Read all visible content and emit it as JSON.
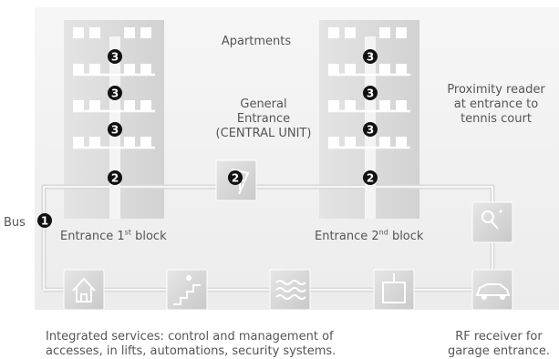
{
  "labels": {
    "apartments": "Apartments",
    "general_entrance": [
      "General",
      "Entrance",
      "(CENTRAL UNIT)"
    ],
    "proximity_reader": [
      "Proximity reader",
      "at entrance to",
      "tennis court"
    ],
    "bus": "Bus",
    "entrance_1": {
      "prefix": "Entrance 1",
      "sup": "st",
      "suffix": " block"
    },
    "entrance_2": {
      "prefix": "Entrance 2",
      "sup": "nd",
      "suffix": " block"
    },
    "services": [
      "Integrated services: control and management of",
      "accesses, in lifts, automations, security systems."
    ],
    "rf_receiver": [
      "RF receiver for",
      "garage entrance."
    ]
  },
  "markers": {
    "bus": "1",
    "entrance": "2",
    "apartment": "3"
  },
  "icons": [
    "house-icon",
    "stairs-light-icon",
    "heating-waves-icon",
    "lift-icon",
    "car-icon",
    "key-reader-icon",
    "door-unit-icon"
  ],
  "colors": {
    "building": "#dedede",
    "window": "#ffffff",
    "line": "#d6d6d6",
    "marker": "#111111",
    "text": "#555555",
    "background": "#f1f1f1"
  }
}
